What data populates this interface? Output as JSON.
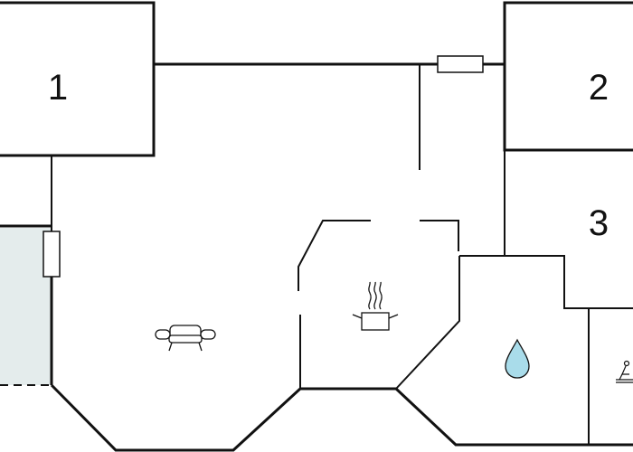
{
  "rooms": [
    {
      "id": "room-1",
      "label": "1"
    },
    {
      "id": "room-2",
      "label": "2"
    },
    {
      "id": "room-3",
      "label": "3"
    }
  ],
  "icons": {
    "living": "sofa-icon",
    "kitchen": "cooking-pot-icon",
    "bathroom": "water-drop-icon",
    "sauna": "sauna-icon"
  },
  "colors": {
    "wall": "#111111",
    "terrace_fill": "#e4ecec",
    "water_drop": "#a9dcea"
  }
}
